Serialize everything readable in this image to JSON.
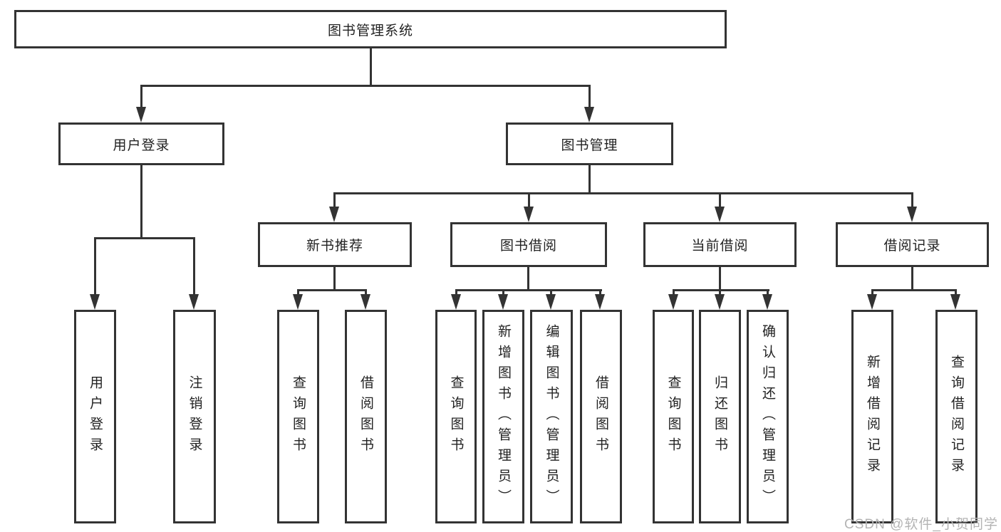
{
  "title": "图书管理系统",
  "tree": {
    "root": "图书管理系统",
    "level2": {
      "user_login": "用户登录",
      "book_management": "图书管理"
    },
    "level3": {
      "new_book_recommend": "新书推荐",
      "book_borrow": "图书借阅",
      "current_borrow": "当前借阅",
      "borrow_records": "借阅记录"
    },
    "leaves": {
      "user_login": "用户登录",
      "logout_login": "注销登录",
      "recommend_query_books": "查询图书",
      "recommend_borrow_books": "借阅图书",
      "borrow_query_books": "查询图书",
      "add_books_admin": "新增图书（管理员）",
      "edit_books_admin": "编辑图书（管理员）",
      "borrow_borrow_books": "借阅图书",
      "current_query_books": "查询图书",
      "return_books": "归还图书",
      "confirm_return_admin": "确认归还（管理员）",
      "add_borrow_record": "新增借阅记录",
      "query_borrow_record": "查询借阅记录"
    }
  },
  "watermark": "CSDN @软件_小贺同学",
  "colors": {
    "line": "#333333",
    "box_border": "#333333",
    "text": "#222222",
    "watermark": "#b4b4b4",
    "background": "#ffffff"
  }
}
